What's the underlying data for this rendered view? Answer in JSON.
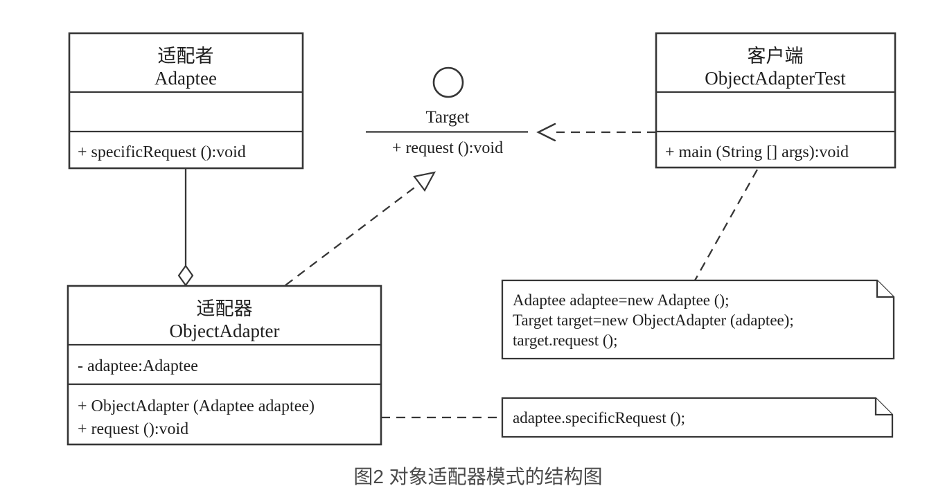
{
  "diagram": {
    "type": "uml-class-diagram",
    "caption": "图2 对象适配器模式的结构图",
    "colors": {
      "line": "#363636",
      "text": "#1e1e1e",
      "caption": "#4a4a4a",
      "background": "#ffffff"
    },
    "classes": {
      "adaptee": {
        "title_cn": "适配者",
        "title_en": "Adaptee",
        "method1": "+ specificRequest ():void"
      },
      "client": {
        "title_cn": "客户端",
        "title_en": "ObjectAdapterTest",
        "method1": "+ main (String [] args):void"
      },
      "adapter": {
        "title_cn": "适配器",
        "title_en": "ObjectAdapter",
        "attribute1": "- adaptee:Adaptee",
        "method1": "+ ObjectAdapter (Adaptee adaptee)",
        "method2": "+ request ():void"
      }
    },
    "interface": {
      "name": "Target",
      "method": "+ request ():void"
    },
    "notes": {
      "client_code": {
        "line1": "Adaptee adaptee=new Adaptee ();",
        "line2": "Target target=new ObjectAdapter (adaptee);",
        "line3": "target.request ();"
      },
      "adapter_code": {
        "line1": "adaptee.specificRequest ();"
      }
    },
    "relationships": [
      {
        "type": "aggregation",
        "from": "ObjectAdapter",
        "to": "Adaptee"
      },
      {
        "type": "realization",
        "from": "ObjectAdapter",
        "to": "Target"
      },
      {
        "type": "dependency",
        "from": "ObjectAdapterTest",
        "to": "Target"
      },
      {
        "type": "note-link",
        "from": "ObjectAdapterTest",
        "to": "client_code"
      },
      {
        "type": "note-link",
        "from": "ObjectAdapter",
        "to": "adapter_code"
      }
    ]
  }
}
